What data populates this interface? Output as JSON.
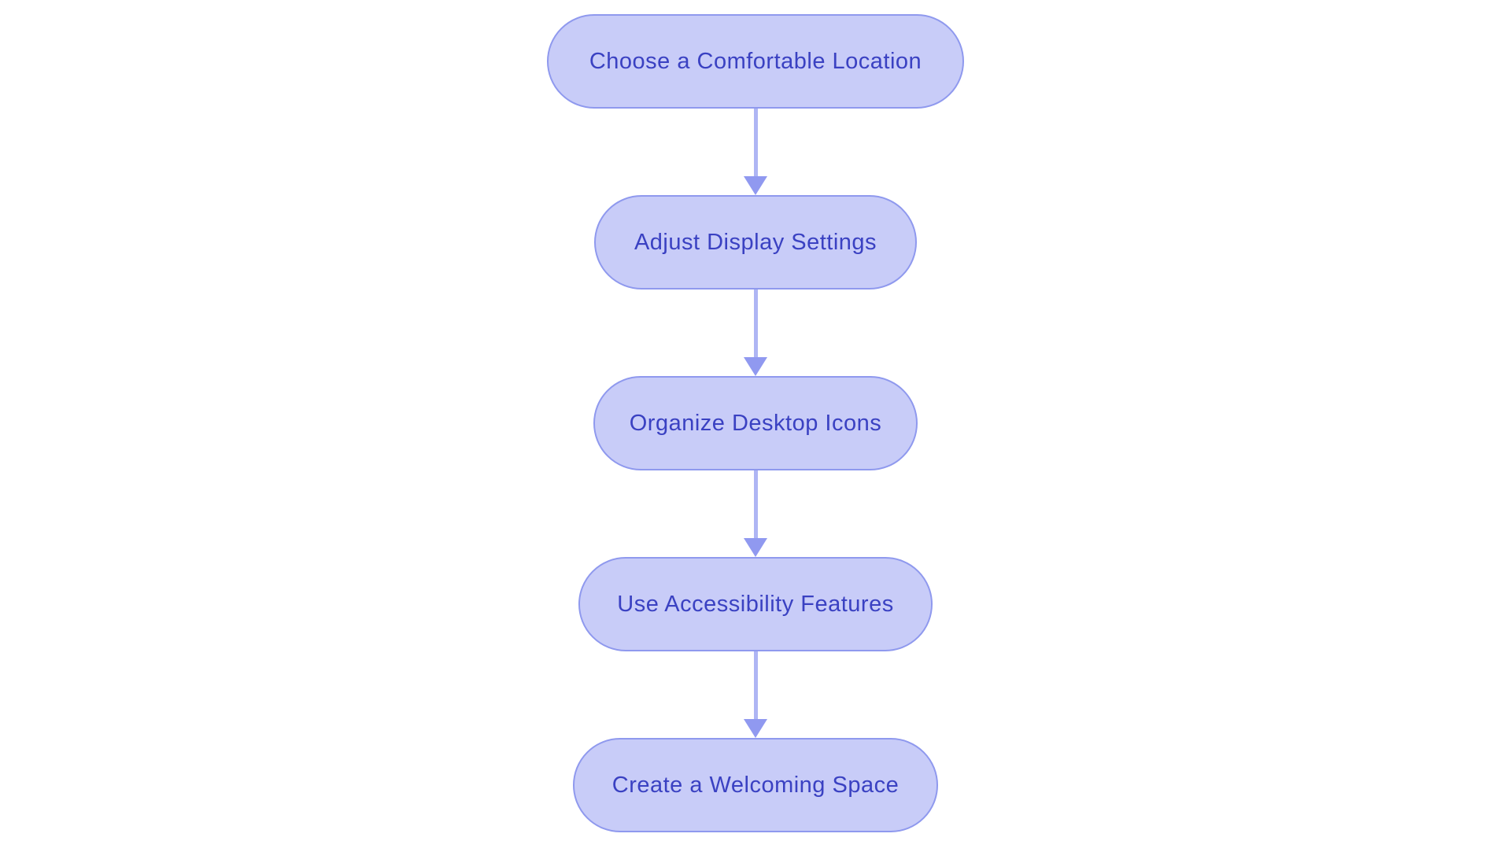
{
  "diagram": {
    "type": "flowchart",
    "direction": "top-down",
    "background_color": "#ffffff",
    "nodes": [
      {
        "id": "step-1",
        "label": "Choose a Comfortable Location"
      },
      {
        "id": "step-2",
        "label": "Adjust Display Settings"
      },
      {
        "id": "step-3",
        "label": "Organize Desktop Icons"
      },
      {
        "id": "step-4",
        "label": "Use Accessibility Features"
      },
      {
        "id": "step-5",
        "label": "Create a Welcoming Space"
      }
    ],
    "edges": [
      {
        "from": "step-1",
        "to": "step-2",
        "style": "arrow-down"
      },
      {
        "from": "step-2",
        "to": "step-3",
        "style": "arrow-down"
      },
      {
        "from": "step-3",
        "to": "step-4",
        "style": "arrow-down"
      },
      {
        "from": "step-4",
        "to": "step-5",
        "style": "arrow-down"
      }
    ],
    "colors": {
      "node_fill": "#c8ccf8",
      "node_border": "#8f99ee",
      "node_text": "#3a41c2",
      "arrow_line": "#aeb5f4",
      "arrow_head": "#9099f0"
    }
  }
}
